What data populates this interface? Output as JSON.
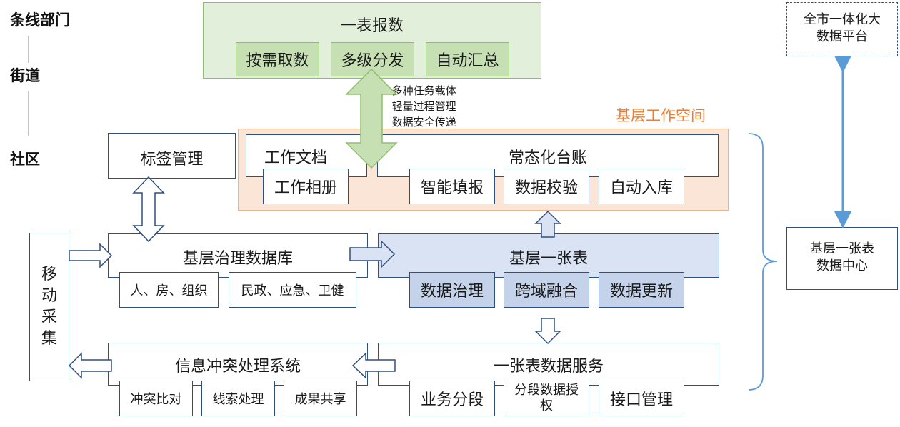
{
  "levels": {
    "tiaoxian": "条线部门",
    "jiedao": "街道",
    "shequ": "社区"
  },
  "top": {
    "title": "一表报数",
    "cells": [
      "按需取数",
      "多级分发",
      "自动汇总"
    ],
    "bullets": [
      "多种任务载体",
      "轻量过程管理",
      "数据安全传递"
    ]
  },
  "platform": {
    "line1": "全市一体化大",
    "line2": "数据平台"
  },
  "datacenter": {
    "line1": "基层一张表",
    "line2": "数据中心"
  },
  "workspace": {
    "label": "基层工作空间",
    "docs": {
      "title": "工作文档",
      "cell": "工作相册"
    },
    "ledger": {
      "title": "常态化台账",
      "cells": [
        "智能填报",
        "数据校验",
        "自动入库"
      ]
    }
  },
  "tag_mgmt": "标签管理",
  "mobile": "移动采集",
  "db": {
    "title": "基层治理数据库",
    "cells": [
      "人、房、组织",
      "民政、应急、卫健"
    ]
  },
  "table": {
    "title": "基层一张表",
    "cells": [
      "数据治理",
      "跨域融合",
      "数据更新"
    ]
  },
  "conflict": {
    "title": "信息冲突处理系统",
    "cells": [
      "冲突比对",
      "线索处理",
      "成果共享"
    ]
  },
  "service": {
    "title": "一张表数据服务",
    "cells": [
      "业务分段",
      "分段数据授权",
      "接口管理"
    ]
  },
  "colors": {
    "border_blue": "#2f4f7f",
    "green": "#c6e0b4",
    "orange": "#f4b183",
    "blue_fill": "#dae3f3",
    "link": "#5b9bd5"
  }
}
